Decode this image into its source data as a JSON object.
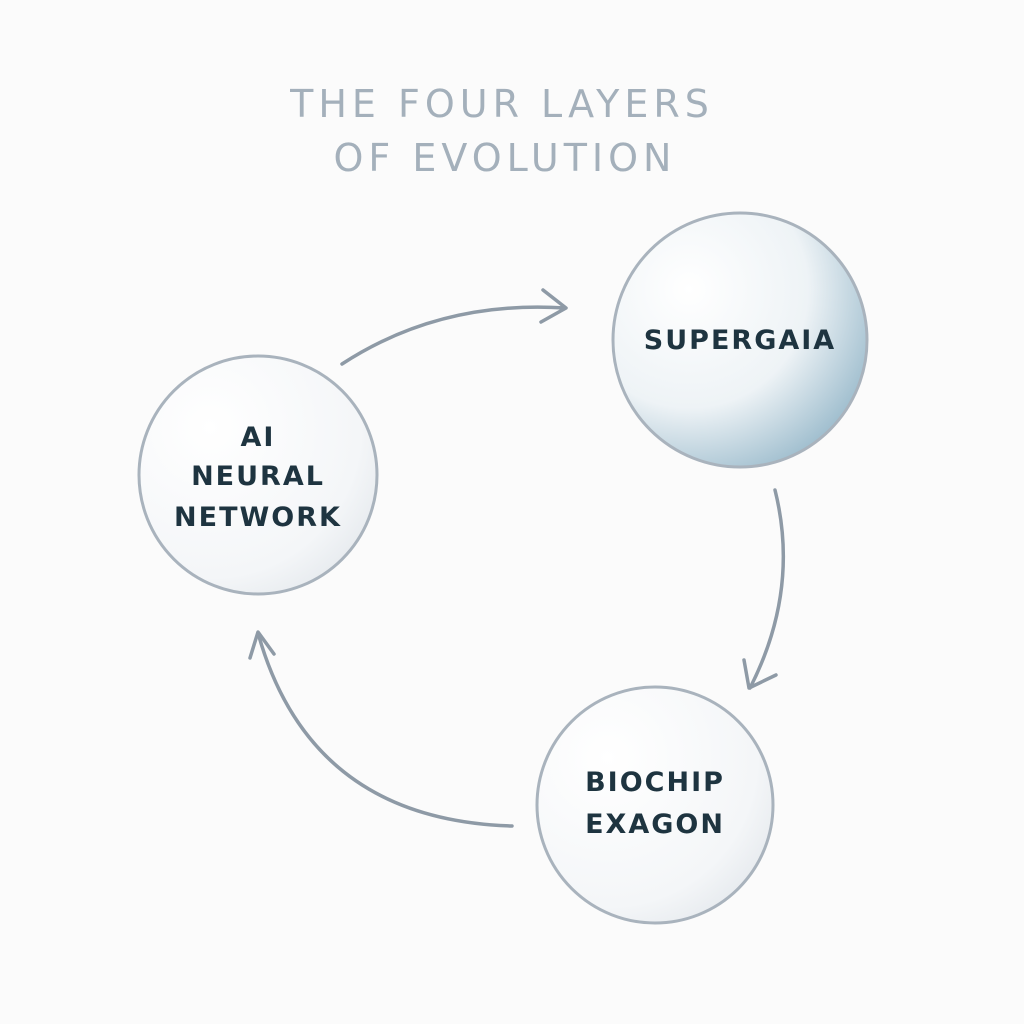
{
  "title": {
    "line1": "THE FOUR LAYERS",
    "line2": "OF EVOLUTION"
  },
  "nodes": {
    "supergaia": {
      "lines": [
        "SUPERGAIA"
      ]
    },
    "ai": {
      "lines": [
        "AI",
        "NEURAL",
        "NETWORK"
      ]
    },
    "biochip": {
      "lines": [
        "BIOCHIP",
        "EXAGON"
      ]
    }
  },
  "colors": {
    "title": "#a4b0bb",
    "label": "#1e3440",
    "arrow": "#8e9aa6",
    "circle_stroke": "#a9b3bd",
    "accent": "#7fa6bb"
  }
}
